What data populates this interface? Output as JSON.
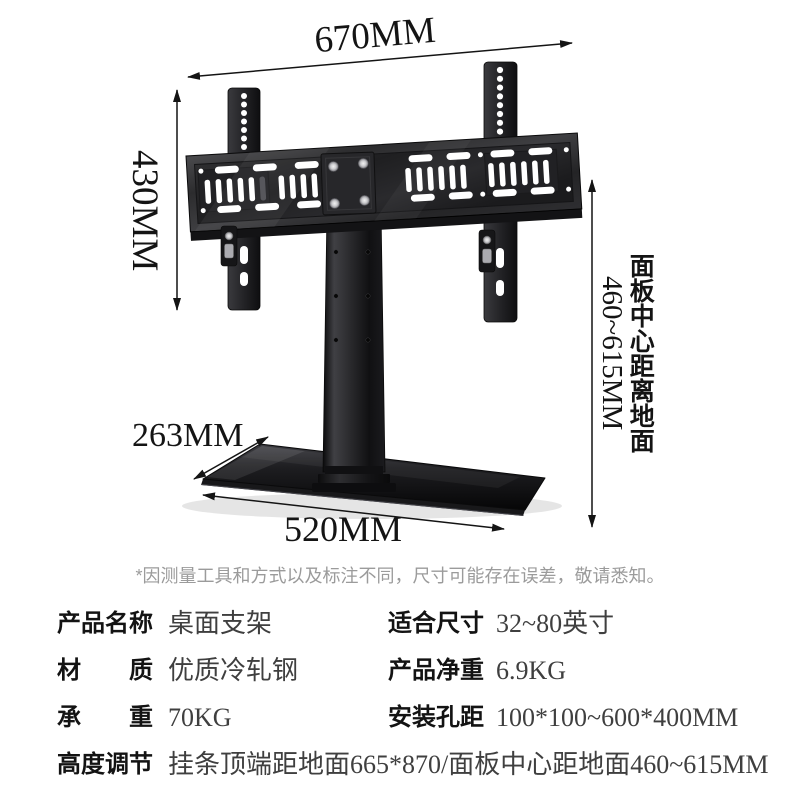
{
  "diagram": {
    "dim_top_width": "670MM",
    "dim_bracket_height": "430MM",
    "dim_panel_center_range": "460~615MM",
    "label_panel_center": "面板中心距离地面",
    "dim_base_depth": "263MM",
    "dim_base_width": "520MM",
    "disclaimer": "*因测量工具和方式以及标注不同，尺寸可能存在误差，敬请悉知。"
  },
  "specs": {
    "row1": {
      "label_left": "产品名称",
      "value_left": "桌面支架",
      "label_right": "适合尺寸",
      "value_right": "32~80英寸"
    },
    "row2": {
      "label_left": "材质",
      "value_left": "优质冷轧钢",
      "label_right": "产品净重",
      "value_right": "6.9KG"
    },
    "row3": {
      "label_left": "承重",
      "value_left": "70KG",
      "label_right": "安装孔距",
      "value_right": "100*100~600*400MM"
    },
    "row4": {
      "label_left": "高度调节",
      "value_left": "挂条顶端距地面665*870/面板中心距地面460~615MM"
    }
  },
  "colors": {
    "background": "#ffffff",
    "product_black": "#1a1a1c",
    "dimension_line": "#141414",
    "disclaimer_gray": "#9b9b9b",
    "spec_label": "#131313",
    "spec_value": "#3f3f3f"
  }
}
